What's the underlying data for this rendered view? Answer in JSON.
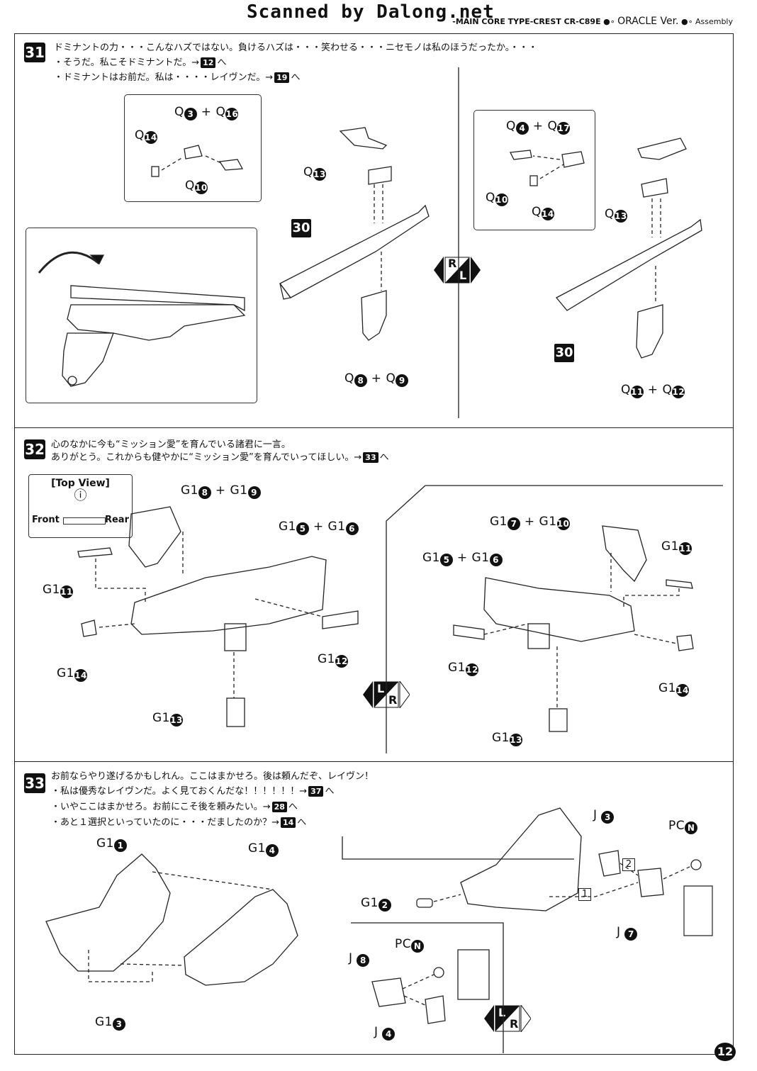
{
  "header": {
    "scan_credit": "Scanned by Dalong.net",
    "model_line": "-MAIN CORE TYPE-CREST  CR-C89E",
    "version": "ORACLE Ver.",
    "section": "Assembly"
  },
  "step31": {
    "number": "31",
    "line1": "ドミナントの力・・・こんなハズではない。負けるハズは・・・笑わせる・・・ニセモノは私のほうだったか。・・・",
    "line2_text": "・そうだ。私こそドミナントだ。→",
    "line2_target": "12",
    "line2_suffix": "へ",
    "line3_text": "・ドミナントはお前だ。私は・・・・レイヴンだ。→",
    "line3_target": "19",
    "line3_suffix": "へ",
    "labels": {
      "q3": "3",
      "q16": "16",
      "q14": "14",
      "q10": "10",
      "q13": "13",
      "q8": "8",
      "q9": "9",
      "q4": "4",
      "q17": "17",
      "q11": "11",
      "q12": "12",
      "part30": "30"
    },
    "switch_left": "R",
    "switch_right": "L"
  },
  "step32": {
    "number": "32",
    "line1": "心のなかに今も“ミッション愛”を育んでいる諸君に一言。",
    "line2_text": "ありがとう。これからも健やかに“ミッション愛”を育んでいってほしい。→",
    "line2_target": "33",
    "line2_suffix": "へ",
    "topview_title": "[Top View]",
    "front": "Front",
    "rear": "Rear",
    "labels": {
      "g8": "8",
      "g9": "9",
      "g5": "5",
      "g6": "6",
      "g11": "11",
      "g14": "14",
      "g12": "12",
      "g13": "13",
      "g7": "7",
      "g10": "10"
    },
    "switch_left": "L",
    "switch_right": "R"
  },
  "step33": {
    "number": "33",
    "line1": "お前ならやり遂げるかもしれん。ここはまかせろ。後は頼んだぞ、レイヴン！",
    "line2_text": "・私は優秀なレイヴンだ。よく見ておくんだな！！！！！！→",
    "line2_target": "37",
    "line2_suffix": "へ",
    "line3_text": "・いやここはまかせろ。お前にこそ後を頼みたい。→",
    "line3_target": "28",
    "line3_suffix": "へ",
    "line4_text": "・あと１選択といっていたのに・・・だましたのか？→",
    "line4_target": "14",
    "line4_suffix": "へ",
    "labels": {
      "g1": "1",
      "g4": "4",
      "g3": "3",
      "g2": "2",
      "j3": "3",
      "j7": "7",
      "j8": "8",
      "j4": "4",
      "pcN": "N",
      "order1": "1",
      "order2": "2"
    },
    "prefix_g": "G1",
    "prefix_j": "J",
    "prefix_pc": "PC",
    "switch_left": "L",
    "switch_right": "R"
  },
  "prefix_q": "Q",
  "plus": "+",
  "page_number": "12"
}
